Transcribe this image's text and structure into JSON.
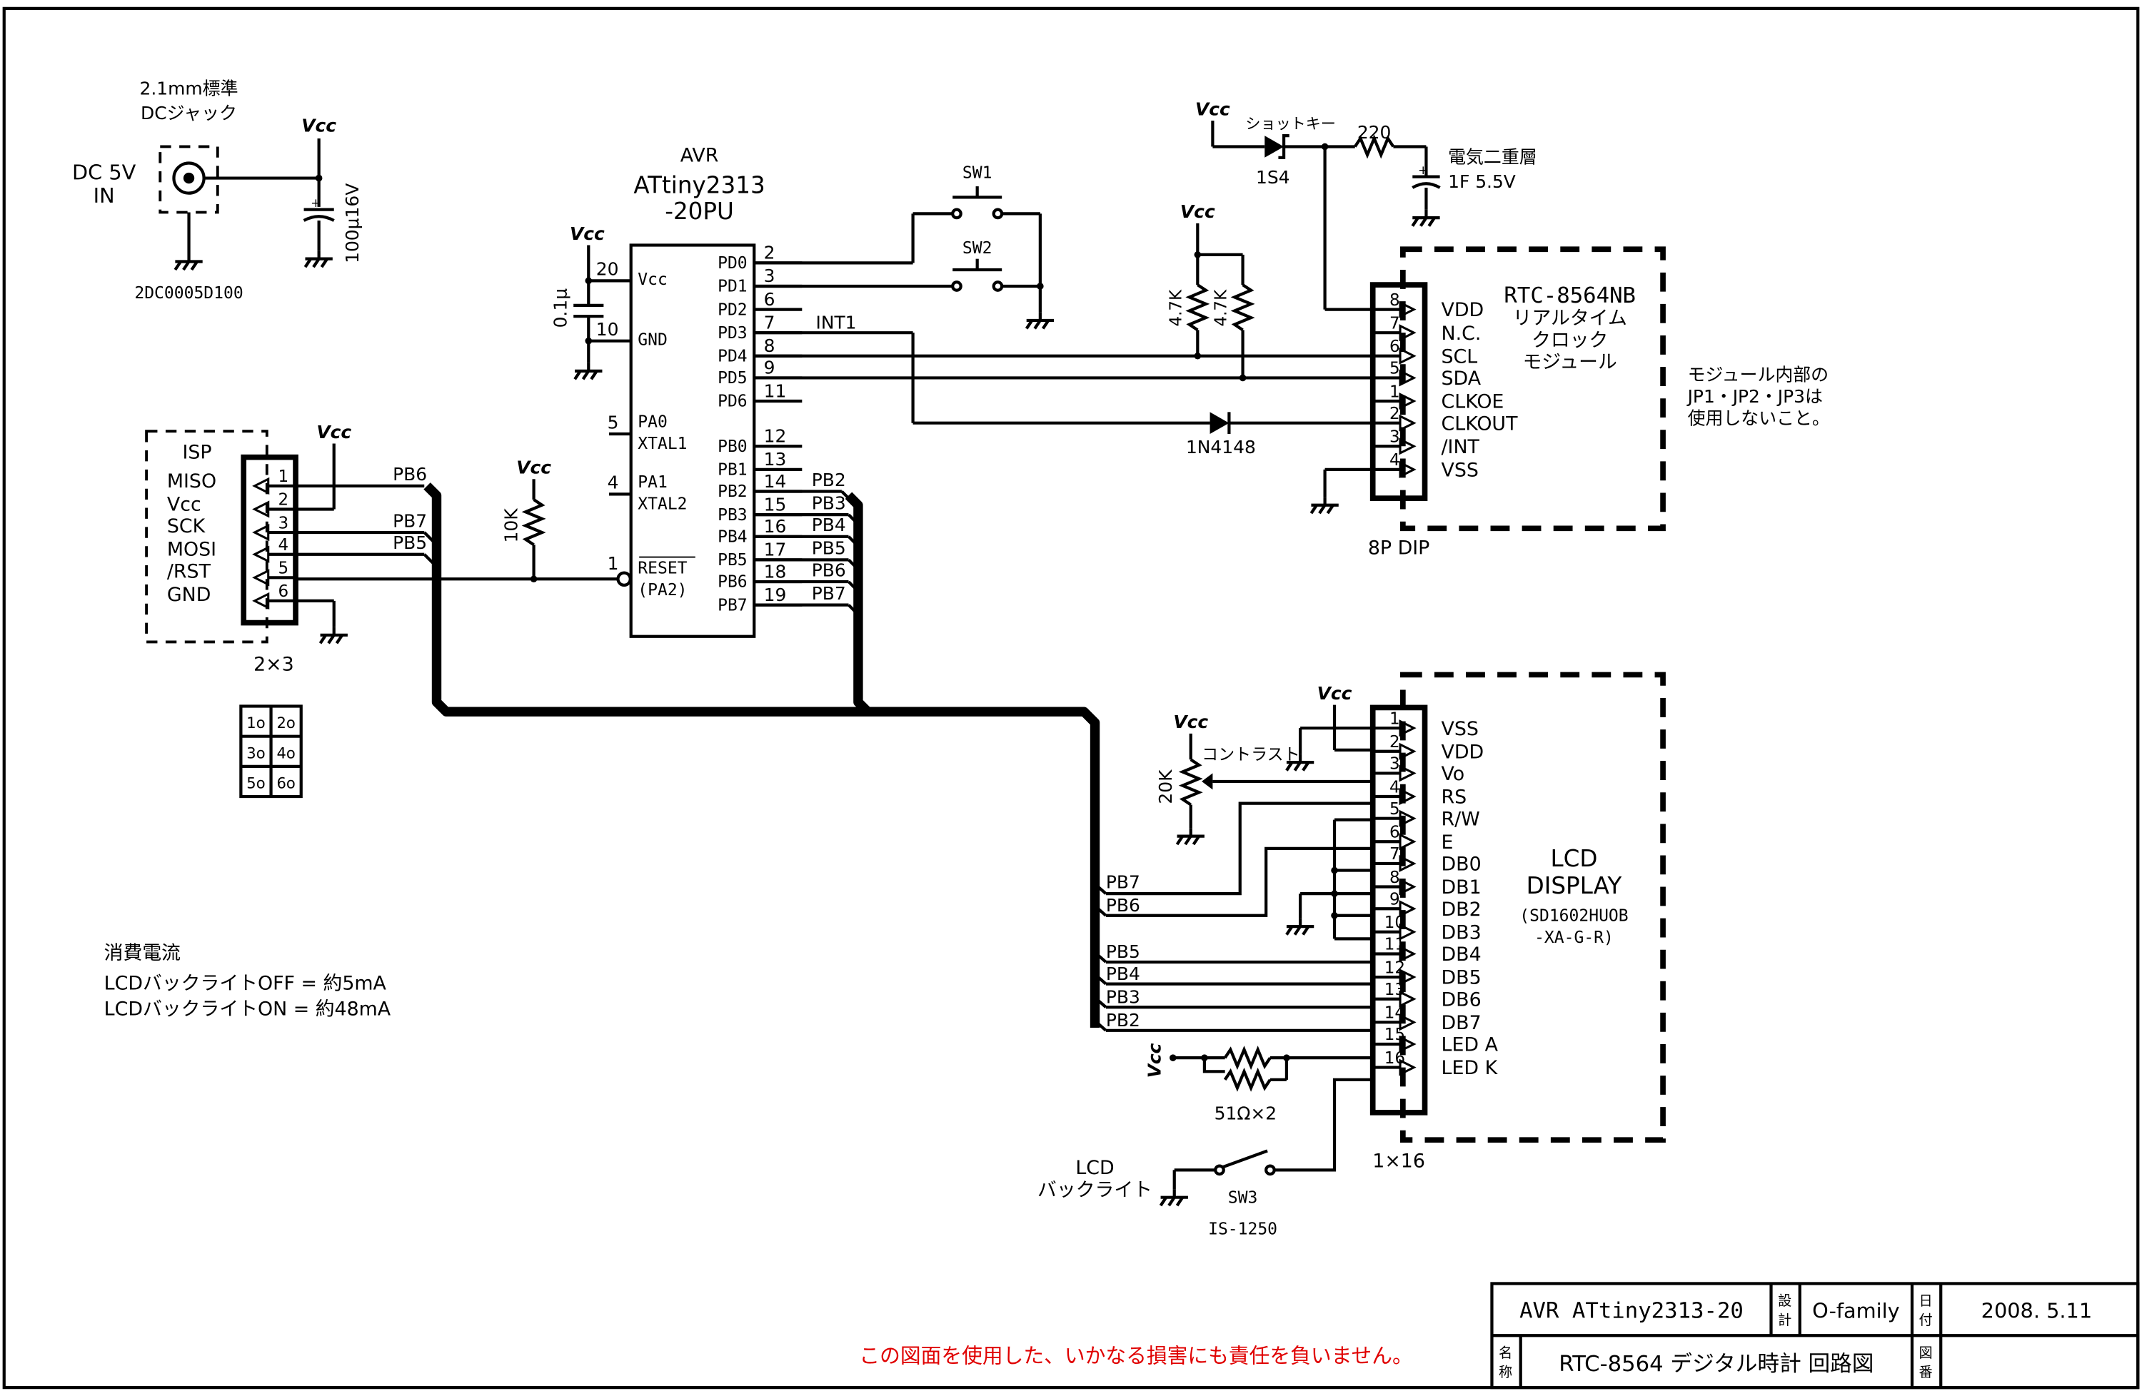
{
  "power": {
    "jack_spec_line1": "2.1mm標準",
    "jack_spec_line2": "DCジャック",
    "dc_in_line1": "DC 5V",
    "dc_in_line2": "IN",
    "jack_part": "2DC0005D100",
    "cap_value": "100μ16V",
    "vcc": "Vcc"
  },
  "avr": {
    "maker": "AVR",
    "part_line1": "ATtiny2313",
    "part_line2": "-20PU",
    "decoupling_cap": "0.1μ",
    "pins": [
      {
        "num": "20",
        "name": "Vcc"
      },
      {
        "num": "10",
        "name": "GND"
      },
      {
        "num": "5",
        "name": "PA0"
      },
      {
        "num": "",
        "name": "XTAL1"
      },
      {
        "num": "4",
        "name": "PA1"
      },
      {
        "num": "",
        "name": "XTAL2"
      },
      {
        "num": "1",
        "name": "RESET"
      },
      {
        "num": "",
        "name": "(PA2)"
      }
    ],
    "right_pins": [
      {
        "num": "2",
        "name": "PD0"
      },
      {
        "num": "3",
        "name": "PD1"
      },
      {
        "num": "6",
        "name": "PD2"
      },
      {
        "num": "7",
        "name": "PD3"
      },
      {
        "num": "8",
        "name": "PD4"
      },
      {
        "num": "9",
        "name": "PD5"
      },
      {
        "num": "11",
        "name": "PD6"
      },
      {
        "num": "12",
        "name": "PB0"
      },
      {
        "num": "13",
        "name": "PB1"
      },
      {
        "num": "14",
        "name": "PB2"
      },
      {
        "num": "15",
        "name": "PB3"
      },
      {
        "num": "16",
        "name": "PB4"
      },
      {
        "num": "17",
        "name": "PB5"
      },
      {
        "num": "18",
        "name": "PB6"
      },
      {
        "num": "19",
        "name": "PB7"
      }
    ],
    "bus_labels": [
      "PB2",
      "PB3",
      "PB4",
      "PB5",
      "PB6",
      "PB7"
    ],
    "int_label": "INT1",
    "reset_pullup": "10K"
  },
  "isp": {
    "title": "ISP",
    "signals": [
      "MISO",
      "Vcc",
      "SCK",
      "MOSI",
      "/RST",
      "GND"
    ],
    "pin_nums": [
      "1",
      "2",
      "3",
      "4",
      "5",
      "6"
    ],
    "net_labels": [
      "PB6",
      "PB7",
      "PB5"
    ],
    "size": "2×3",
    "grid": [
      "1o",
      "2o",
      "3o",
      "4o",
      "5o",
      "6o"
    ]
  },
  "switches": {
    "sw1": "SW1",
    "sw2": "SW2",
    "sw3": "SW3",
    "sw3_part": "IS-1250"
  },
  "rtc": {
    "schottky": "ショットキー",
    "diode1": "1S4",
    "resistor": "220",
    "supercap_line1": "電気二重層",
    "supercap_line2": "1F 5.5V",
    "pullup1": "4.7K",
    "pullup2": "4.7K",
    "diode2": "1N4148",
    "title_line1": "RTC-8564NB",
    "title_line2": "リアルタイム",
    "title_line3": "クロック",
    "title_line4": "モジュール",
    "pin_nums": [
      "8",
      "7",
      "6",
      "5",
      "1",
      "2",
      "3",
      "4"
    ],
    "pin_names": [
      "VDD",
      "N.C.",
      "SCL",
      "SDA",
      "CLKOE",
      "CLKOUT",
      "/INT",
      "VSS"
    ],
    "package": "8P DIP",
    "note_line1": "モジュール内部の",
    "note_line2": "JP1・JP2・JP3は",
    "note_line3": "使用しないこと。"
  },
  "lcd": {
    "contrast": "コントラスト",
    "pot": "20K",
    "title_line1": "LCD",
    "title_line2": "DISPLAY",
    "model_line1": "(SD1602HUOB",
    "model_line2": "-XA-G-R)",
    "pin_nums": [
      "1",
      "2",
      "3",
      "4",
      "5",
      "6",
      "7",
      "8",
      "9",
      "10",
      "11",
      "12",
      "13",
      "14",
      "15",
      "16"
    ],
    "pin_names": [
      "VSS",
      "VDD",
      "Vo",
      "RS",
      "R/W",
      "E",
      "DB0",
      "DB1",
      "DB2",
      "DB3",
      "DB4",
      "DB5",
      "DB6",
      "DB7",
      "LED A",
      "LED K"
    ],
    "net_labels": [
      "PB7",
      "PB6",
      "PB5",
      "PB4",
      "PB3",
      "PB2"
    ],
    "backlight_resistors": "51Ω×2",
    "size": "1×16",
    "backlight_line1": "LCD",
    "backlight_line2": "バックライト"
  },
  "notes": {
    "current_title": "消費電流",
    "current_off": "LCDバックライトOFF = 約5mA",
    "current_on": "LCDバックライトON = 約48mA",
    "disclaimer": "この図面を使用した、いかなる損害にも責任を負いません。"
  },
  "title_block": {
    "project": "AVR ATtiny2313-20",
    "design_label_1": "設",
    "design_label_2": "計",
    "designer": "O-family",
    "date_label_1": "日",
    "date_label_2": "付",
    "date": "2008. 5.11",
    "name_label_1": "名",
    "name_label_2": "称",
    "drawing_name": "RTC-8564 デジタル時計 回路図",
    "number_label_1": "図",
    "number_label_2": "番",
    "number": ""
  },
  "colors": {
    "line": "#000000",
    "disclaimer": "#e00000"
  }
}
